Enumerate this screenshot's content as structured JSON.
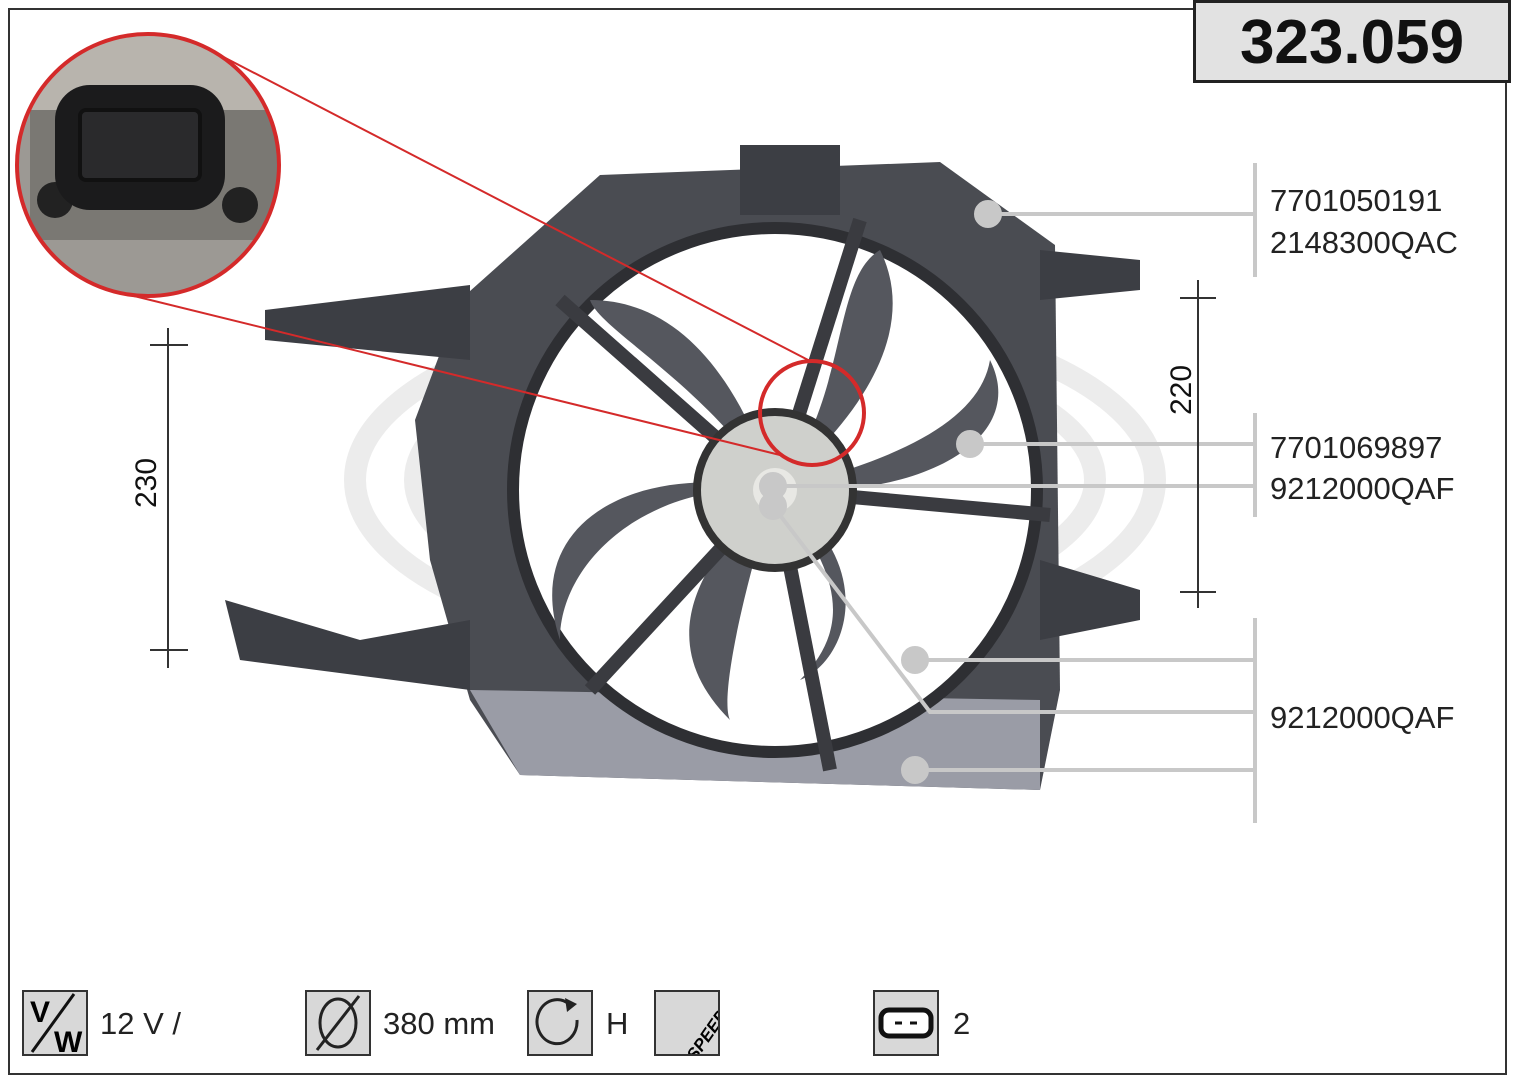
{
  "title": "323.059",
  "dimensions": {
    "height_left": "230",
    "height_right": "220"
  },
  "references": [
    {
      "lines": [
        "7701050191",
        "2148300QAC"
      ]
    },
    {
      "lines": [
        "7701069897",
        "9212000QAF"
      ]
    },
    {
      "lines": [
        "9212000QAF"
      ]
    }
  ],
  "specs": {
    "voltage": {
      "icon": "volt-watt-icon",
      "label": "12 V /"
    },
    "diameter": {
      "icon": "diameter-icon",
      "label": "380 mm"
    },
    "rotation": {
      "icon": "clockwise-rotation-icon",
      "label": "H"
    },
    "speed": {
      "icon": "speed-icon",
      "label": "SPEED"
    },
    "connector": {
      "icon": "connector-icon",
      "label": "2"
    }
  },
  "colors": {
    "highlight": "#d42a2a",
    "leader": "#c8c8c8",
    "shroud": "#4a4c52"
  }
}
